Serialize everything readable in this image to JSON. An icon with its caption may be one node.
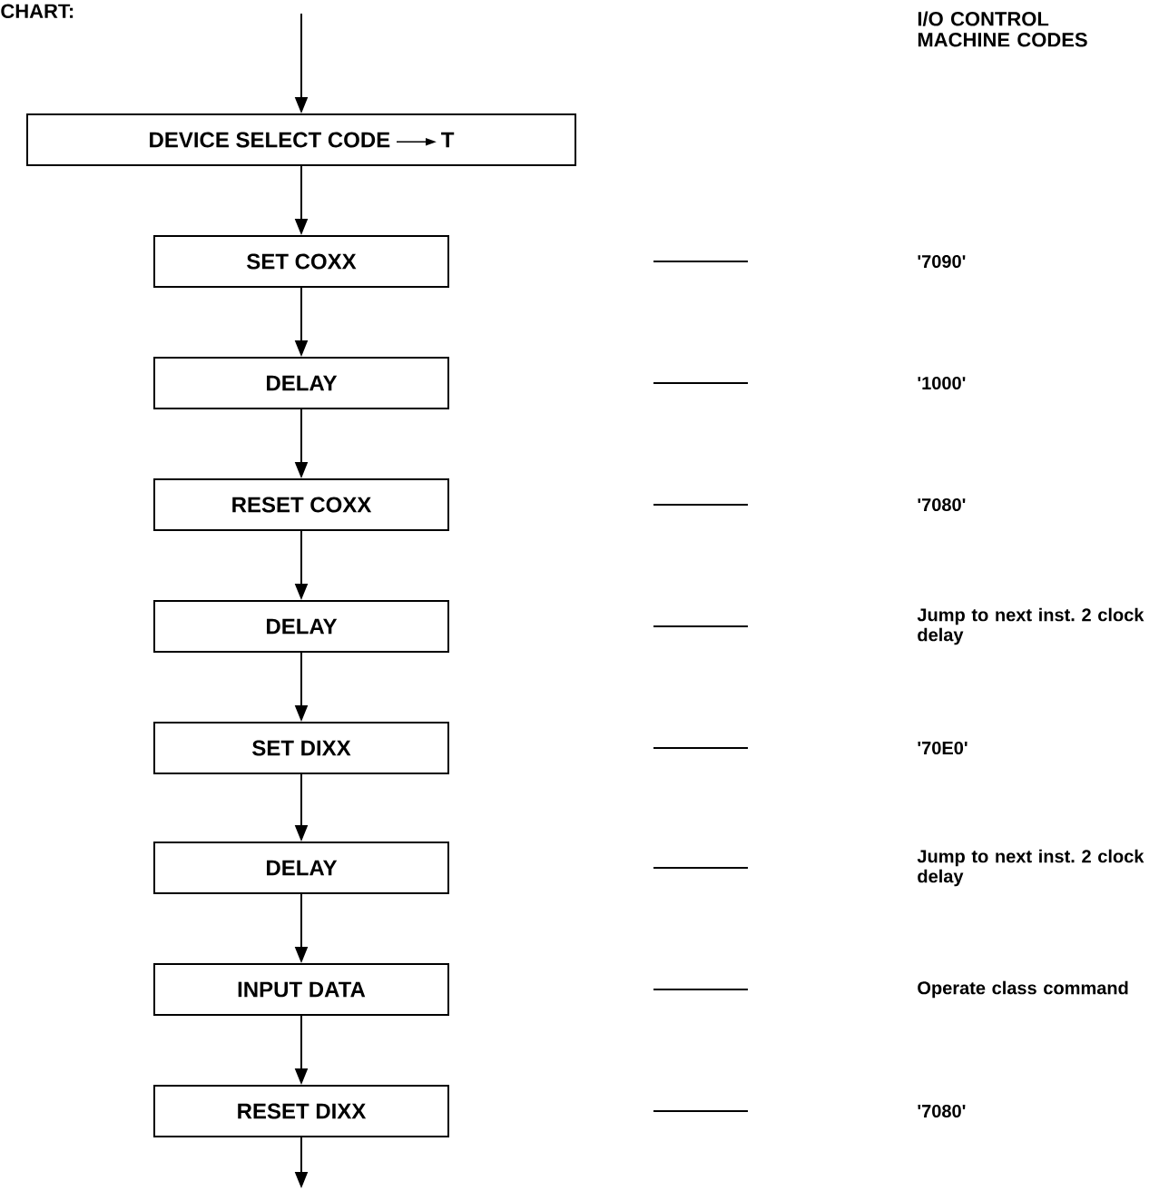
{
  "diagram": {
    "nodes": [
      {
        "text": [
          "DEVICE SELECT CODE",
          "T"
        ]
      },
      {
        "text": [
          "SET COXX"
        ]
      },
      {
        "text": [
          "DELAY"
        ]
      },
      {
        "text": [
          "RESET COXX"
        ]
      },
      {
        "text": [
          "DELAY"
        ]
      },
      {
        "text": [
          "SET DIXX"
        ]
      },
      {
        "text": [
          "DELAY"
        ]
      },
      {
        "text": [
          "INPUT DATA"
        ]
      },
      {
        "text": [
          "RESET DIXX"
        ]
      }
    ],
    "edges": [
      {
        "from": null,
        "to": 0,
        "arrow": "to"
      },
      {
        "from": 0,
        "to": 1,
        "arrow": "to"
      },
      {
        "from": 1,
        "to": 2,
        "arrow": "to"
      },
      {
        "from": 2,
        "to": 3,
        "arrow": "to"
      },
      {
        "from": 3,
        "to": 4,
        "arrow": "to"
      },
      {
        "from": 4,
        "to": 5,
        "arrow": "to"
      },
      {
        "from": 5,
        "to": 6,
        "arrow": "to"
      },
      {
        "from": 6,
        "to": 7,
        "arrow": "to"
      },
      {
        "from": 7,
        "to": 8,
        "arrow": "to"
      },
      {
        "from": 8,
        "to": null,
        "arrow": "to"
      }
    ],
    "labels": [
      "CHART:",
      "I/O CONTROL MACHINE CODES",
      "'7090'",
      "'1000'",
      "'7080'",
      "Jump to next inst. 2 clock delay",
      "'70E0'",
      "Jump to next inst. 2 clock delay",
      "Operate class command",
      "'7080'"
    ]
  }
}
